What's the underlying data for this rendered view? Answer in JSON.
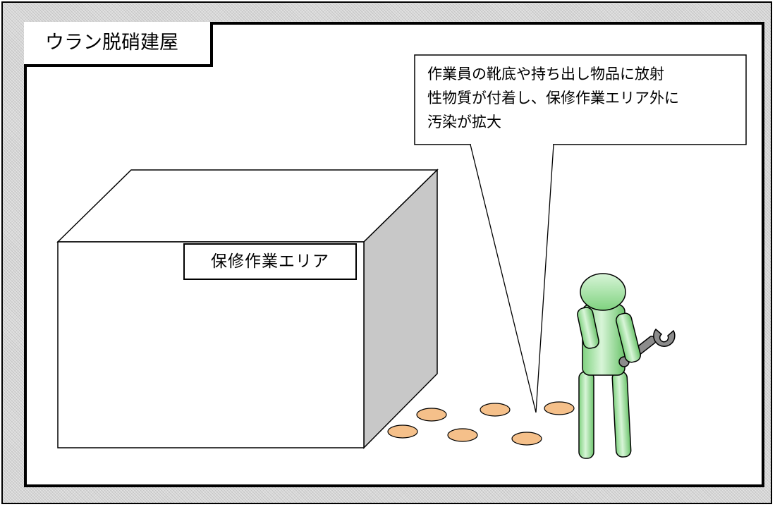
{
  "building_label": "ウラン脱硝建屋",
  "work_area_label": "保修作業エリア",
  "callout": {
    "text": "作業員の靴底や持ち出し物品に放射\n性物質が付着し、保修作業エリア外に\n汚染が拡大"
  },
  "colors": {
    "box_side": "#c8c8c8",
    "footprint_fill": "#f5c08a",
    "worker_fill": "#9fe39f",
    "wrench_fill": "#8c8c8c",
    "frame_fill": "#d9d9d9"
  },
  "icons": {
    "worker": "worker-with-wrench-icon",
    "footprints": "footprint-icon"
  },
  "footprint_count": 6
}
